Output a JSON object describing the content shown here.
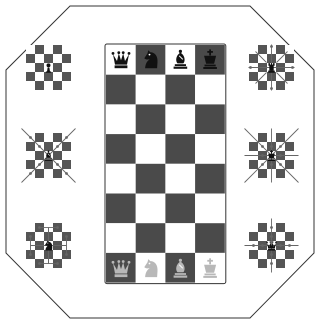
{
  "colors": {
    "background": "#ffffff",
    "outline": "#333333",
    "dark_square": "#4a4a4a",
    "light_square": "#ffffff",
    "mini_dark": "#555555",
    "top_piece": "#111111",
    "bottom_piece": "#b8b8b8",
    "move_line": "#666666"
  },
  "board": {
    "columns": 4,
    "rows": 8,
    "top_row": [
      {
        "piece": "queen",
        "icon": "crown-icon"
      },
      {
        "piece": "knight",
        "icon": "knight-icon"
      },
      {
        "piece": "bishop",
        "icon": "bishop-icon"
      },
      {
        "piece": "king",
        "icon": "king-icon"
      }
    ],
    "bottom_row": [
      {
        "piece": "queen",
        "icon": "crown-icon"
      },
      {
        "piece": "knight",
        "icon": "knight-icon"
      },
      {
        "piece": "bishop",
        "icon": "bishop-icon"
      },
      {
        "piece": "king",
        "icon": "king-icon"
      }
    ]
  },
  "diagrams": [
    {
      "id": "pawn-moves",
      "piece": "pawn",
      "icon": "pawn-icon"
    },
    {
      "id": "rook-moves",
      "piece": "rook",
      "icon": "rook-icon"
    },
    {
      "id": "bishop-moves",
      "piece": "bishop",
      "icon": "bishop-icon"
    },
    {
      "id": "king-moves",
      "piece": "king",
      "icon": "king-icon"
    },
    {
      "id": "knight-moves",
      "piece": "knight",
      "icon": "knight-icon"
    },
    {
      "id": "queen-moves",
      "piece": "queen",
      "icon": "crown-icon"
    }
  ]
}
